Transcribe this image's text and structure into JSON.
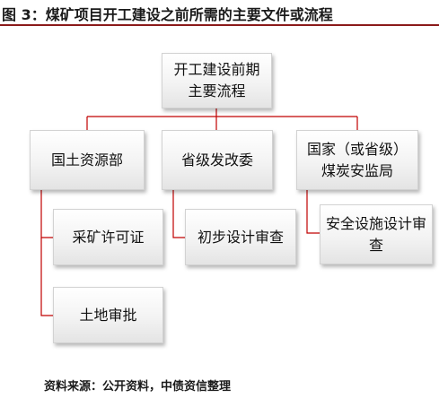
{
  "figure": {
    "title": "图 3：煤矿项目开工建设之前所需的主要文件或流程",
    "source": "资料来源：公开资料，中债资信整理"
  },
  "diagram": {
    "root": {
      "label": "开工建设前期\n主要流程"
    },
    "departments": [
      {
        "label": "国土资源部",
        "items": [
          {
            "label": "采矿许可证"
          },
          {
            "label": "土地审批"
          }
        ]
      },
      {
        "label": "省级发改委",
        "items": [
          {
            "label": "初步设计审查"
          }
        ]
      },
      {
        "label": "国家（或省级）\n煤炭安监局",
        "items": [
          {
            "label": "安全设施设计审\n查"
          }
        ]
      }
    ],
    "connector_color": "#c00000",
    "title_rule_color": "#8b1a1a"
  }
}
